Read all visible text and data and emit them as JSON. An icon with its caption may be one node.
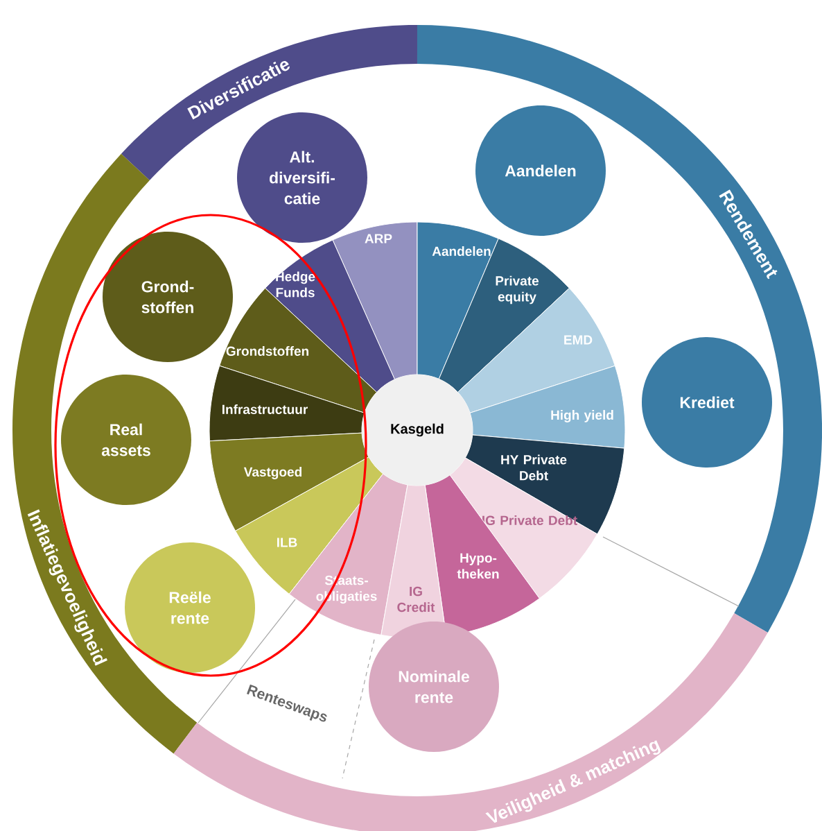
{
  "diagram": {
    "nodes": [
      {
        "text": [
          "Diversificatie"
        ]
      },
      {
        "text": [
          "Rendement"
        ]
      },
      {
        "text": [
          "Alt. diversifi- catie"
        ]
      },
      {
        "text": [
          "Aandelen"
        ]
      },
      {
        "text": [
          "Grond- stoffen"
        ]
      },
      {
        "text": [
          "ARP"
        ]
      },
      {
        "text": [
          "Hedge Funds"
        ]
      },
      {
        "text": [
          "Aandelen"
        ]
      },
      {
        "text": [
          "Private equity"
        ]
      },
      {
        "text": [
          "EMD"
        ]
      },
      {
        "text": [
          "Grondstoffen"
        ]
      },
      {
        "text": [
          "Krediet"
        ]
      },
      {
        "text": [
          "High yield"
        ]
      },
      {
        "text": [
          "Infrastructuur"
        ]
      },
      {
        "text": [
          "Kasgeld"
        ]
      },
      {
        "text": [
          "Real assets"
        ]
      },
      {
        "text": [
          "HY Private Debt"
        ]
      },
      {
        "text": [
          "Vastgoed"
        ]
      },
      {
        "text": [
          "IG Private Debt"
        ]
      },
      {
        "text": [
          "ILB"
        ]
      },
      {
        "text": [
          "Hypo- theken"
        ]
      },
      {
        "text": [
          "Staats- obligaties"
        ]
      },
      {
        "text": [
          "IG Credit"
        ]
      },
      {
        "text": [
          "Reële rente"
        ]
      },
      {
        "text": [
          "Inflatiegevoeligheid"
        ]
      },
      {
        "text": [
          "Nominale rente"
        ]
      },
      {
        "text": [
          "Veiligheid & matching"
        ]
      }
    ],
    "labels": [
      "Renteswaps"
    ]
  }
}
